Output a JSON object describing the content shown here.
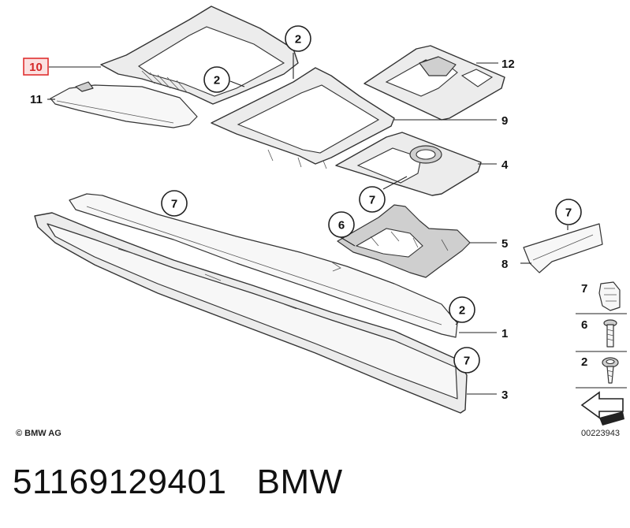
{
  "diagram": {
    "callouts": {
      "c2a": "2",
      "c2b": "2",
      "c2c": "2",
      "c7a": "7",
      "c7b": "7",
      "c7c": "7",
      "c7d": "7",
      "c6": "6"
    },
    "numbers": {
      "n10": "10",
      "n11": "11",
      "n12": "12",
      "n9": "9",
      "n4": "4",
      "n5": "5",
      "n8": "8",
      "n1": "1",
      "n3": "3"
    },
    "legend": {
      "l7": "7",
      "l6": "6",
      "l2": "2",
      "code": "00223943"
    },
    "copyright": "© BMW AG",
    "highlight_color": "#e03030"
  },
  "caption": {
    "part_number": "51169129401",
    "brand": "BMW"
  }
}
